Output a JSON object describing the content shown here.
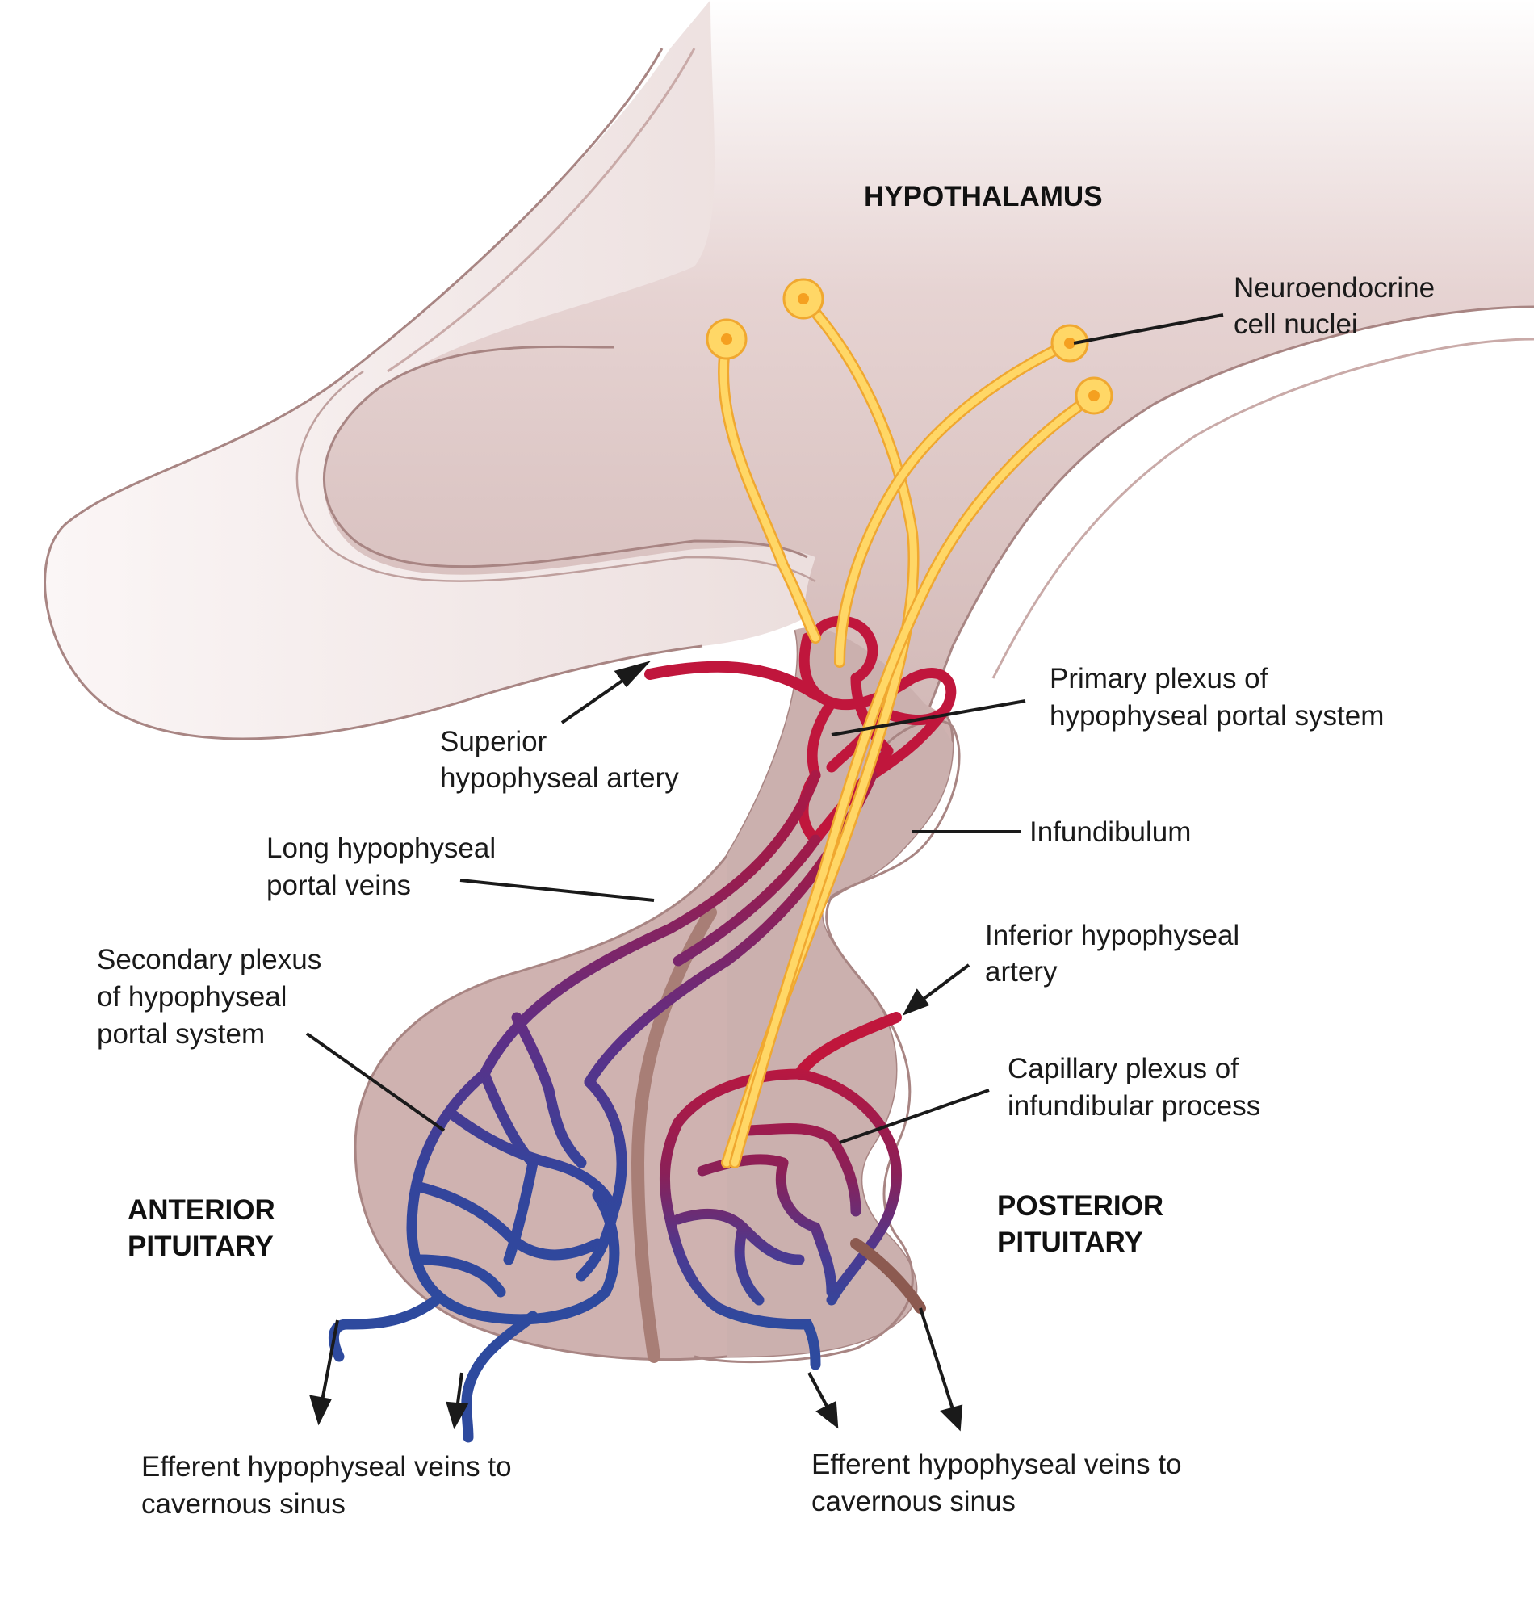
{
  "colors": {
    "tissue_light": "#eee2e1",
    "tissue_mid": "#d9c2c1",
    "tissue_dark": "#c9aaa8",
    "tissue_outline": "#a88583",
    "cleft": "#a87e76",
    "artery_red": "#c0163c",
    "vein_blue": "#2e4a9e",
    "neuron_yellow": "#ffd766",
    "neuron_outline": "#f0a830",
    "nucleus_orange": "#f5a020",
    "efferent_brown": "#8c5a50",
    "leader_line": "#1a1a1a"
  },
  "regions": {
    "hypothalamus": "HYPOTHALAMUS",
    "anterior_line1": "ANTERIOR",
    "anterior_line2": "PITUITARY",
    "posterior_line1": "POSTERIOR",
    "posterior_line2": "PITUITARY"
  },
  "labels": {
    "neuroendocrine_line1": "Neuroendocrine",
    "neuroendocrine_line2": "cell nuclei",
    "primary_plexus_line1": "Primary plexus of",
    "primary_plexus_line2": "hypophyseal portal system",
    "superior_artery_line1": "Superior",
    "superior_artery_line2": "hypophyseal artery",
    "infundibulum": "Infundibulum",
    "long_veins_line1": "Long hypophyseal",
    "long_veins_line2": "portal veins",
    "inferior_artery_line1": "Inferior hypophyseal",
    "inferior_artery_line2": "artery",
    "secondary_plexus_line1": "Secondary plexus",
    "secondary_plexus_line2": "of hypophyseal",
    "secondary_plexus_line3": "portal system",
    "capillary_plexus_line1": "Capillary plexus of",
    "capillary_plexus_line2": "infundibular process",
    "efferent_left_line1": "Efferent hypophyseal veins to",
    "efferent_left_line2": "cavernous sinus",
    "efferent_right_line1": "Efferent hypophyseal veins to",
    "efferent_right_line2": "cavernous sinus"
  }
}
